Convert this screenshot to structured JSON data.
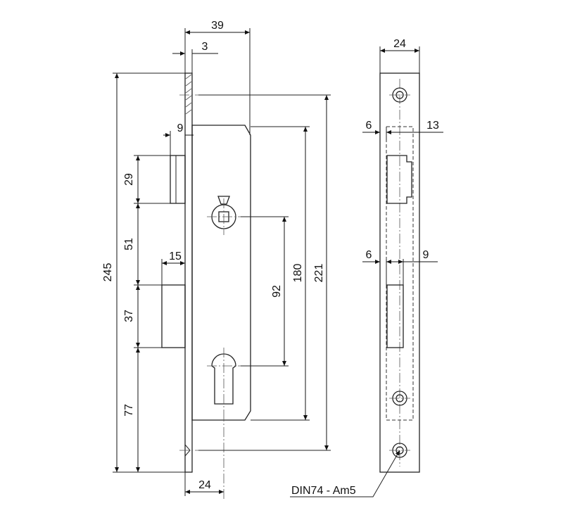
{
  "dimensions": {
    "d39": "39",
    "d3": "3",
    "d9_top": "9",
    "d29": "29",
    "d51": "51",
    "d15": "15",
    "d37": "37",
    "d77": "77",
    "d245": "245",
    "d92": "92",
    "d180": "180",
    "d221": "221",
    "d24_bottom": "24",
    "d24_top": "24",
    "d6_upper": "6",
    "d13": "13",
    "d6_lower": "6",
    "d9_lower": "9"
  },
  "labels": {
    "strike_plate": "DIN74 - Am5"
  }
}
